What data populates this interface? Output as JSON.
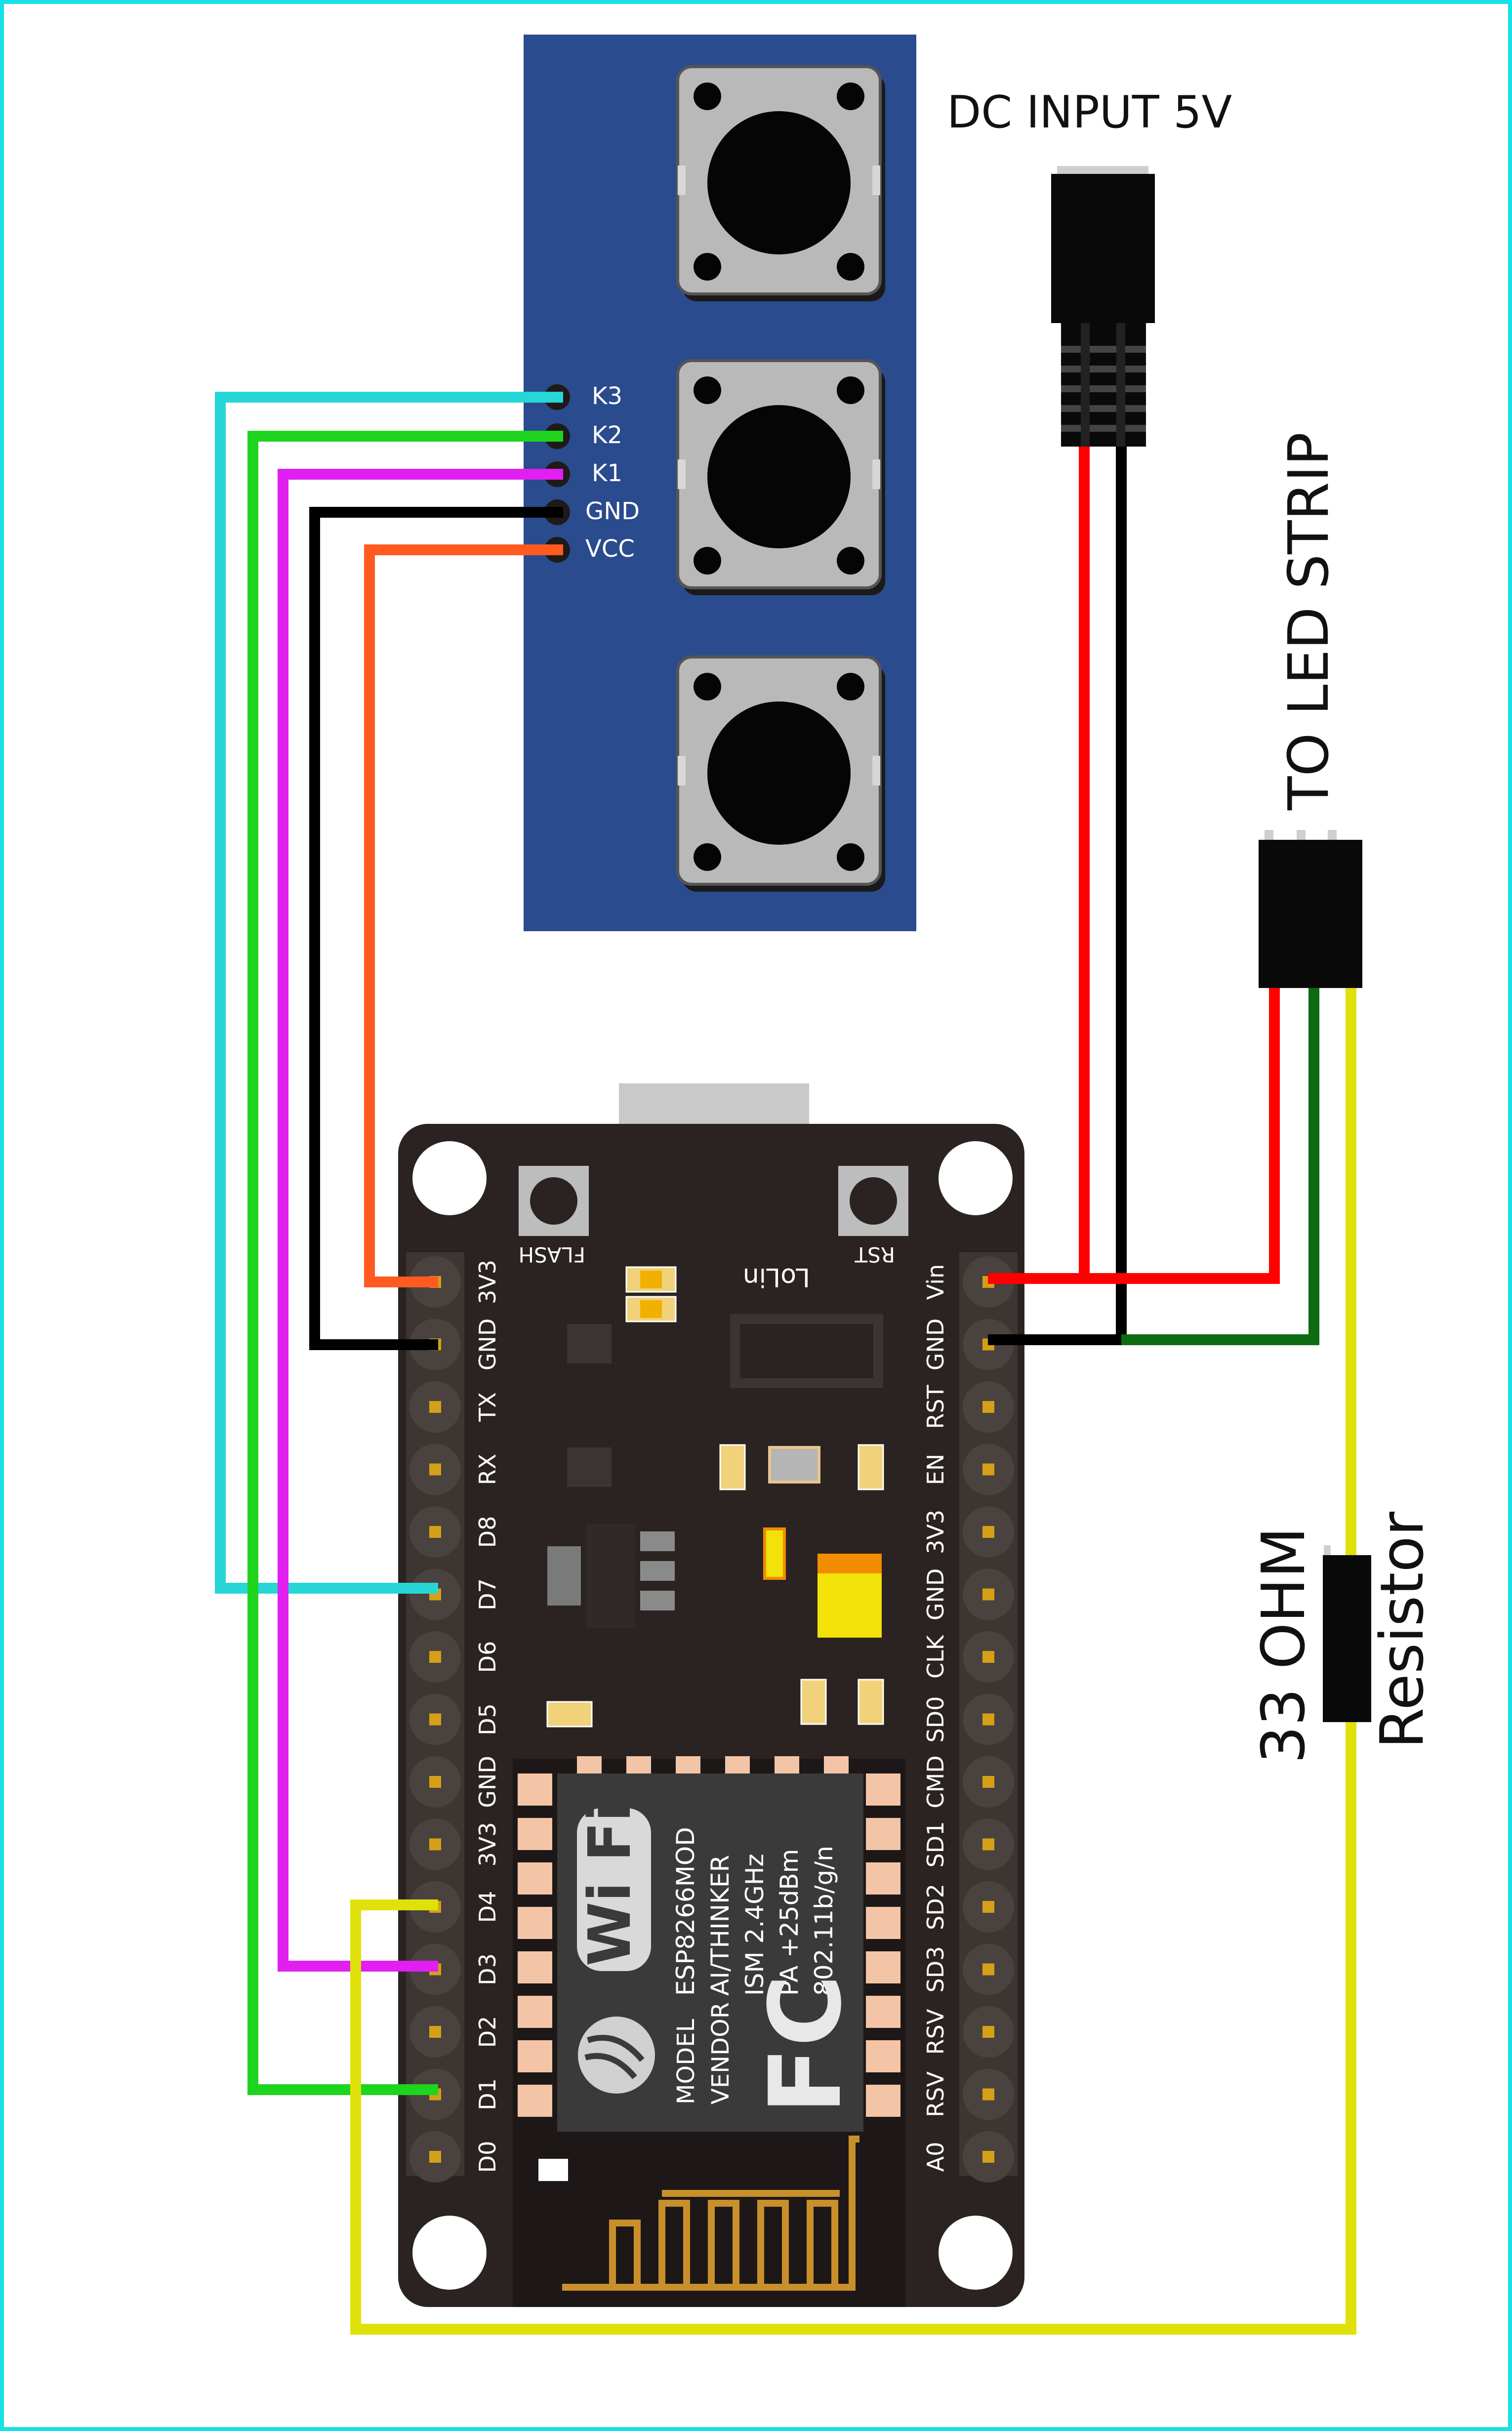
{
  "labels": {
    "dc_input": "DC INPUT 5V",
    "led_strip": "TO LED STRIP",
    "resistor_value": "33 OHM",
    "resistor_word": "Resistor"
  },
  "button_module": {
    "pins": [
      "K3",
      "K2",
      "K1",
      "GND",
      "VCC"
    ]
  },
  "nodemcu": {
    "brand": "LoLin",
    "flash_label": "FLASH",
    "rst_label": "RST",
    "left_pins": [
      "3V3",
      "GND",
      "TX",
      "RX",
      "D8",
      "D7",
      "D6",
      "D5",
      "GND",
      "3V3",
      "D4",
      "D3",
      "D2",
      "D1",
      "D0"
    ],
    "right_pins": [
      "Vin",
      "GND",
      "RST",
      "EN",
      "3V3",
      "GND",
      "CLK",
      "SD0",
      "CMD",
      "SD1",
      "SD2",
      "SD3",
      "RSV",
      "RSV",
      "A0"
    ],
    "module_lines": [
      "ESP8266MOD",
      "AI/THINKER",
      "ISM 2.4GHz",
      "PA +25dBm",
      "802.11b/g/n"
    ],
    "model_lines": [
      "MODEL",
      "VENDOR"
    ],
    "wifi_text": "Wi Fi",
    "fcc_text": "FC"
  },
  "colors": {
    "module_blue": "#2a4b8d",
    "board": "#2b2321",
    "wire_cyan": "#27d6d6",
    "wire_green": "#1ed41e",
    "wire_magenta": "#e01ff0",
    "wire_black": "#000000",
    "wire_orange": "#ff5a1f",
    "wire_red": "#ff0000",
    "wire_darkgreen": "#0d6b12",
    "wire_yellow": "#e0e00a",
    "frame": "#18e0e8"
  }
}
